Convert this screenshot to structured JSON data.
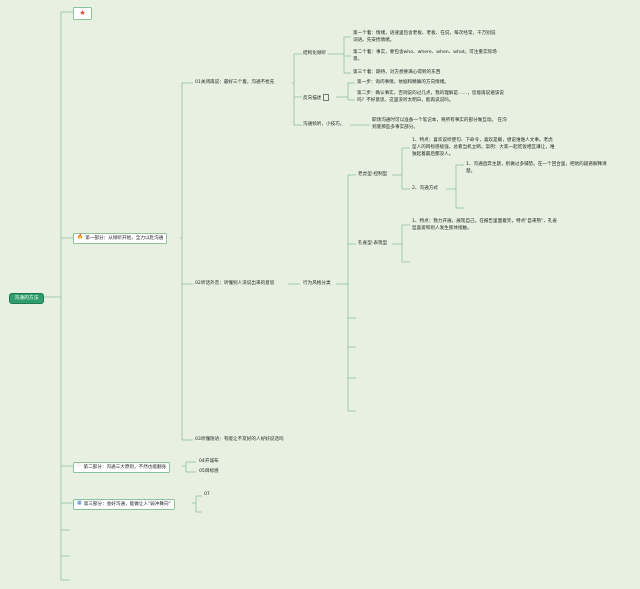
{
  "root": {
    "label": "沟通的方法"
  },
  "starred": {
    "icon": "star-icon"
  },
  "part1": {
    "label": "第一部分：从倾听开始，全力以赴沟通",
    "icon": "fire-icon",
    "sec1": {
      "label": "01关闭再说：最好三个着，沟通不抢先",
      "structured": {
        "label": "结构化倾听",
        "items": [
          "第一个着：情绪，语速里包含老板、老板、在说，每次经常，千万别说",
          "词语。先安抚情绪。",
          "第二个着：事实，要包含who、where、when、what。可注重实际场",
          "景。",
          "第三个着：期待，对方想要满心得到的东西"
        ]
      },
      "feedback": {
        "label": "反向描述",
        "items": [
          "第一步：询问事情，依据和精确的方向情绪。",
          "第二步：确认事实，否则说的过几点，我的理解是……，您能再说遍该说",
          "吗？不好意思，这里没听太明白，能再说说吗。"
        ]
      },
      "tips": {
        "label": "沟通倾听，小技巧。",
        "items": [
          "职场沟通时可以准备一个笔记本，将所有事实的部分做互动。  在沟",
          "到底那些多事实部分。"
        ]
      }
    },
    "sec2": {
      "label": "02听话外音：听懂别人没说出来的意思",
      "behavior": {
        "label": "行为风格分类",
        "controller": {
          "label": "老虎型-控制型",
          "point1": [
            "1、特点：喜欢说听使句、下命令，喜欢是概，想说谁谁人文事。老虎",
            "型人的目标感极强，总看当机立断。案例：大家一起吃饭相互谦让，唯",
            "独起着最后都没人。"
          ],
          "point2": "2、沟通方式",
          "sub": [
            "1、沟通直奔主题，别做过多铺垫。在一个回合里，把他的疑惑解释清",
            "楚。"
          ]
        },
        "peacock": {
          "label": "孔雀型-表现型",
          "point1": [
            "1、特点：我力开展，展现自己。在报告里面着笑，特点\"自来熟\"，孔雀",
            "型喜爱和别人发生肢体接触。"
          ]
        }
      }
    },
    "sec3": {
      "label": "03听懂隐语：有能让不友好的人好好说话吗"
    }
  },
  "part2": {
    "label": "第二部分：沟通三大原则，不然也能翻身",
    "icon": "heart-icon",
    "items": [
      "04开诚布",
      "05目标感"
    ]
  },
  "part3": {
    "label": "第三部分：会好沟通，能做让人\"弱冲舞向\"",
    "icon": "book-icon",
    "items": [
      "07"
    ]
  }
}
